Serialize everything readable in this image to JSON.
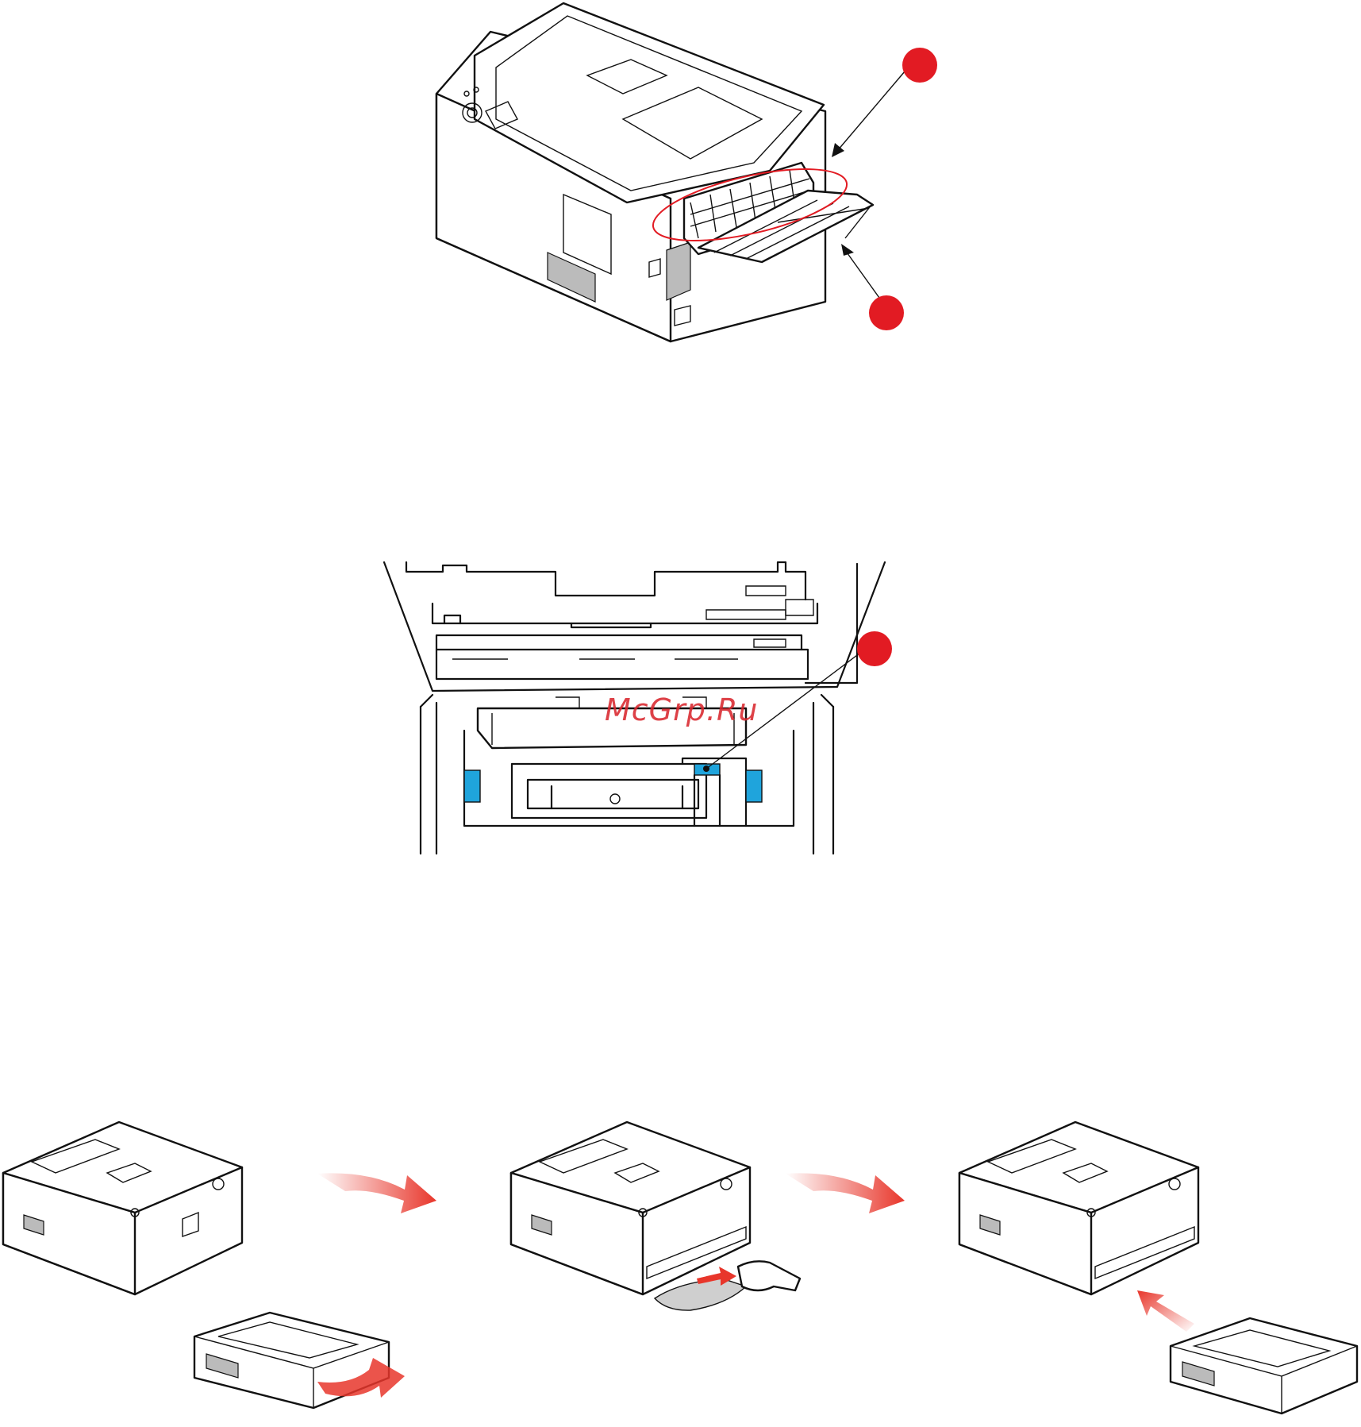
{
  "watermark": {
    "text": "McGrp.Ru"
  },
  "colors": {
    "callout": "#e21b23",
    "release_lever": "#1fa4dc",
    "arrow": "#e8362b"
  },
  "figures": [
    {
      "id": "printer-rear-view",
      "callouts": 2
    },
    {
      "id": "printer-open-top-interior",
      "callouts": 1
    },
    {
      "id": "tray-removal-step-1"
    },
    {
      "id": "jam-removal-step-2"
    },
    {
      "id": "tray-reinsert-step-3"
    }
  ]
}
